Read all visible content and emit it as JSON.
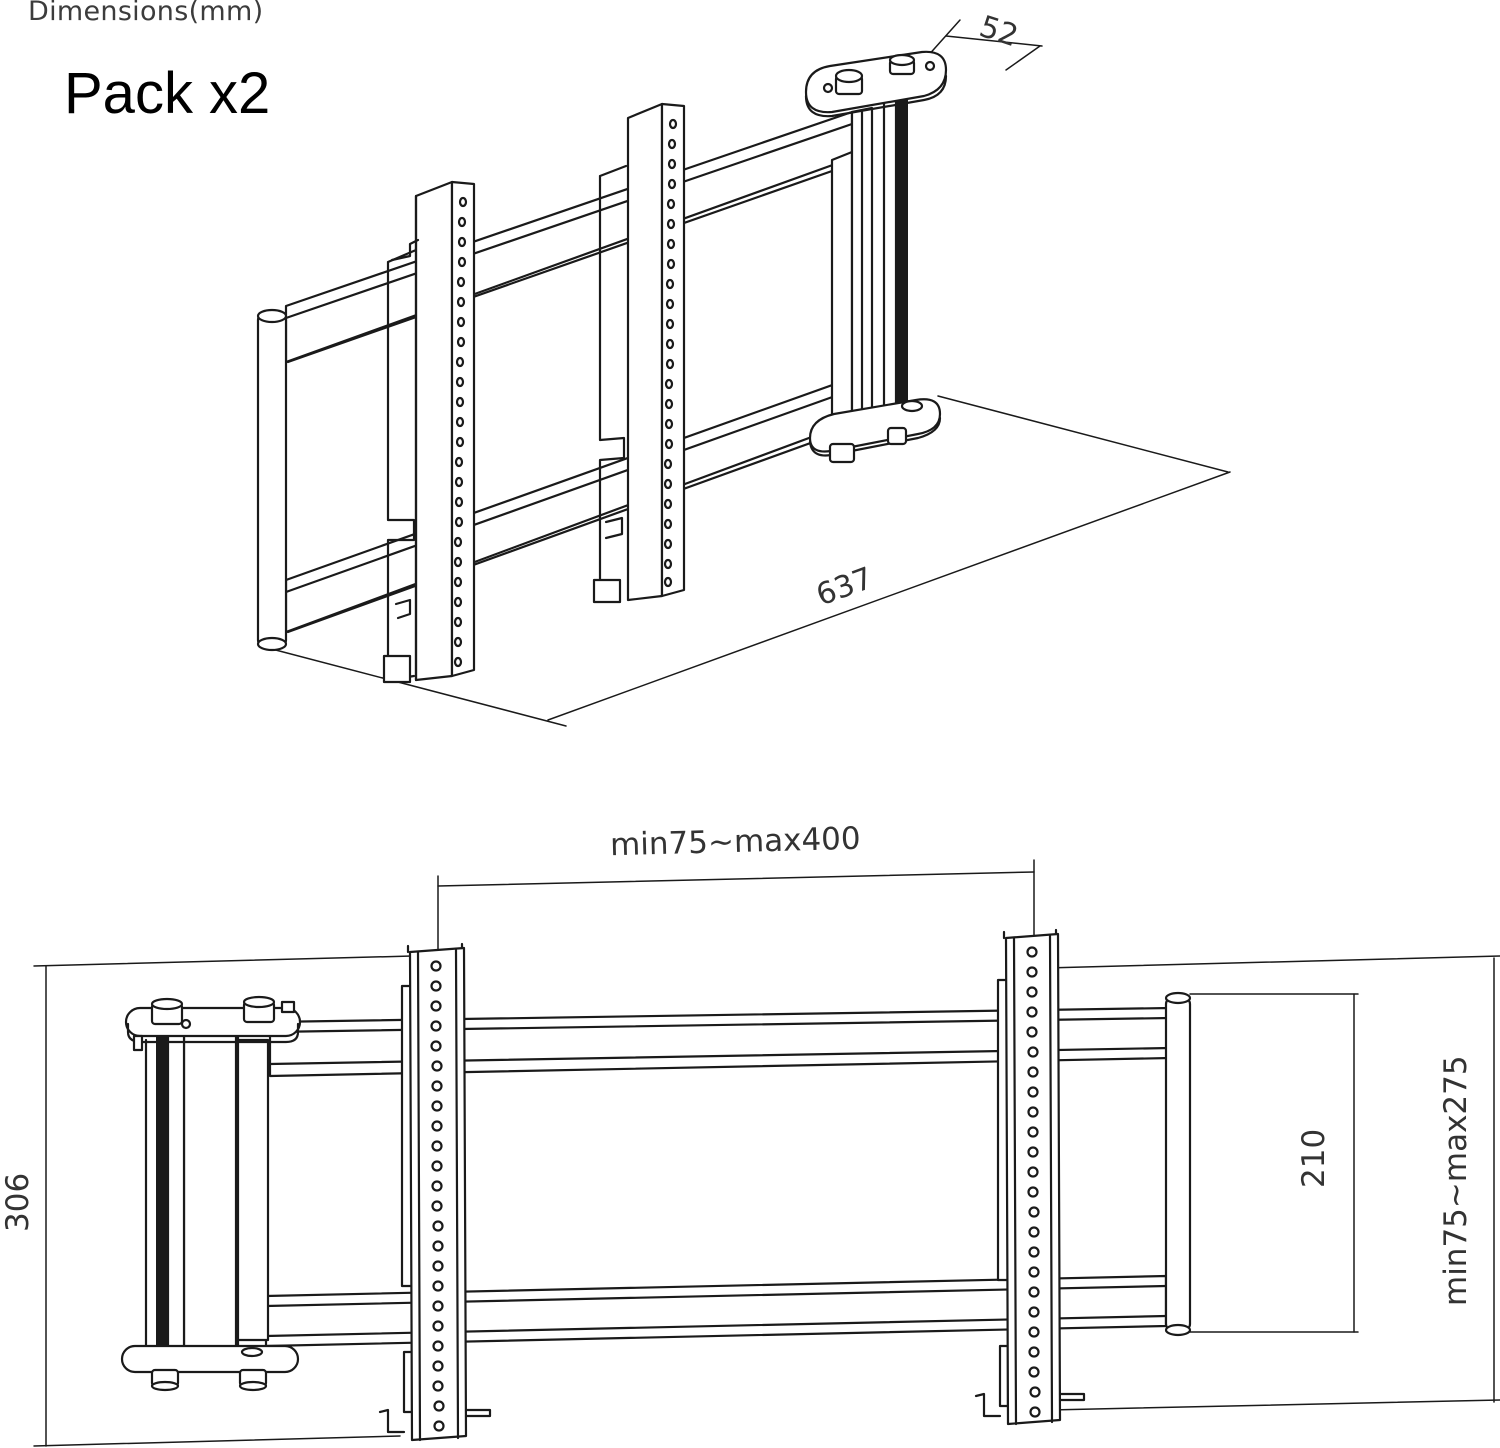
{
  "header": {
    "units": "Dimensions(mm)",
    "pack": "Pack x2"
  },
  "iso_view": {
    "depth_dim": "52",
    "length_dim": "637"
  },
  "front_view": {
    "width_dim": "min75~max400",
    "height_dim": "306",
    "rail_dim": "210",
    "adjust_dim": "min75~max275"
  },
  "colors": {
    "line": "#1a1a1a",
    "text": "#333333",
    "background": "#ffffff"
  }
}
